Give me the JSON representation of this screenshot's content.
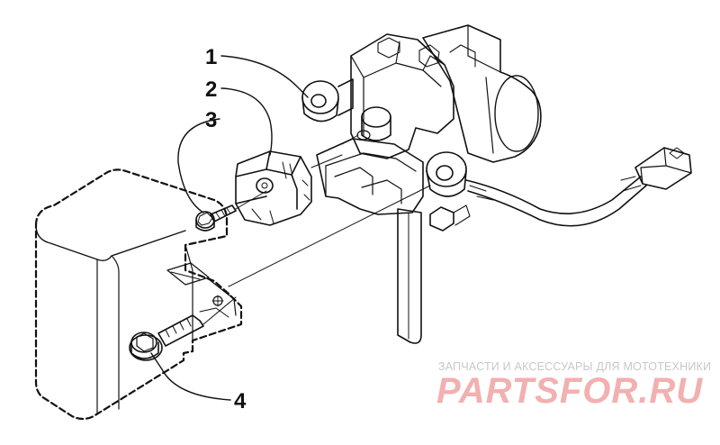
{
  "callouts": {
    "part_1": "1",
    "part_2": "2",
    "part_3": "3",
    "part_4": "4"
  },
  "watermark": {
    "tagline": "ЗАПЧАСТИ И АКСЕССУАРЫ ДЛЯ МОТОТЕХНИКИ",
    "logo": "PARTSFOR.RU"
  },
  "colors": {
    "line": "#111111",
    "watermark_text": "#c8c8c8",
    "watermark_logo": "#f2b0b0"
  }
}
